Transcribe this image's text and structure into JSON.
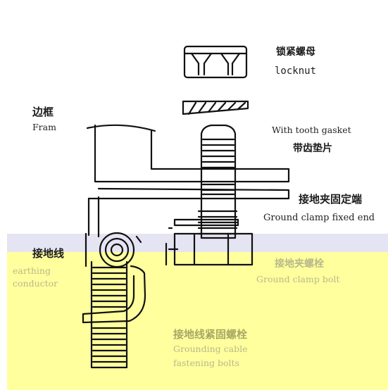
{
  "labels": {
    "locknut": {
      "zh": "锁紧螺母",
      "en": "locknut"
    },
    "frame": {
      "zh": "边框",
      "en": "Fram"
    },
    "tooth_gasket": {
      "en": "With tooth gasket",
      "zh": "带齿垫片"
    },
    "clamp_fixed_end": {
      "zh": "接地夹固定端",
      "en": "Ground clamp fixed end"
    },
    "earthing_wire": {
      "zh": "接地线",
      "en_line1": "earthing",
      "en_line2": "conductor"
    },
    "clamp_bolt": {
      "zh": "接地夹螺栓",
      "en": "Ground clamp bolt"
    },
    "fastening_bolts": {
      "zh": "接地线紧固螺栓",
      "en_line1": "Grounding cable",
      "en_line2": "fastening bolts"
    }
  },
  "colors": {
    "yellow_band": "#ffff9e",
    "lavender_band": "#e4e4f2",
    "line": "#111111",
    "faded_text": "#b9b98a"
  }
}
